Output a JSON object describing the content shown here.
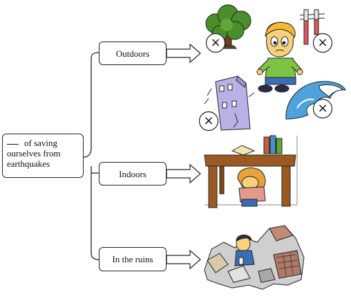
{
  "root": {
    "blank": "__",
    "line1": "of saving",
    "line2": "ourselves from",
    "line3": "earthquakes"
  },
  "branches": [
    {
      "label": "Outdoors"
    },
    {
      "label": "Indoors"
    },
    {
      "label": "In the ruins"
    }
  ],
  "colors": {
    "tree_green": "#4a8f2a",
    "shirt_green": "#7cc243",
    "wave_blue": "#4fa3dd",
    "building_purple": "#b8b2e6",
    "table_brown": "#9a5a22"
  },
  "markers": {
    "cross": "×"
  }
}
